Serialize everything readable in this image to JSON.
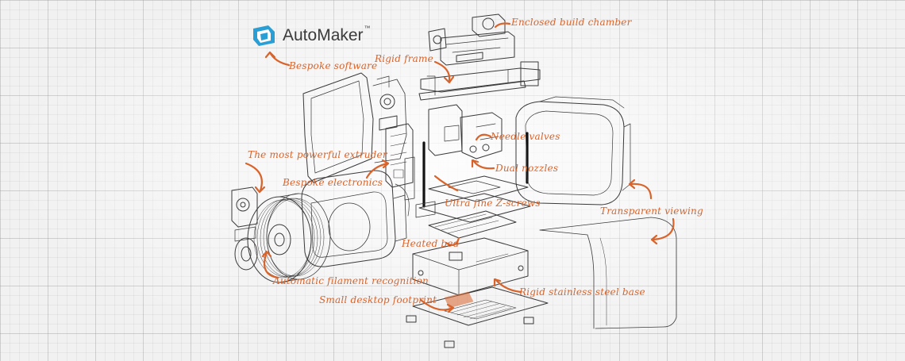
{
  "logo": {
    "brand_name": "AutoMaker",
    "trademark": "™",
    "icon": "automaker-logo-icon"
  },
  "colors": {
    "annotation": "#d8642c",
    "line_art": "#3a3a3a",
    "brand_blue": "#2a9fd6",
    "grid": "#c8c8c8"
  },
  "callouts": {
    "bespoke_software": "Bespoke software",
    "rigid_frame": "Rigid frame",
    "enclosed_build_chamber": "Enclosed build chamber",
    "powerful_extruder": "The most powerful extruder",
    "bespoke_electronics": "Bespoke electronics",
    "needle_valves": "Needle valves",
    "dual_nozzles": "Dual nozzles",
    "ultra_fine_z_screws": "Ultra fine Z-screws",
    "transparent_viewing": "Transparent viewing",
    "heated_bed": "Heated bed",
    "automatic_filament_recognition": "Automatic filament recognition",
    "small_desktop_footprint": "Small desktop footprint",
    "rigid_stainless_steel_base": "Rigid stainless steel base"
  }
}
